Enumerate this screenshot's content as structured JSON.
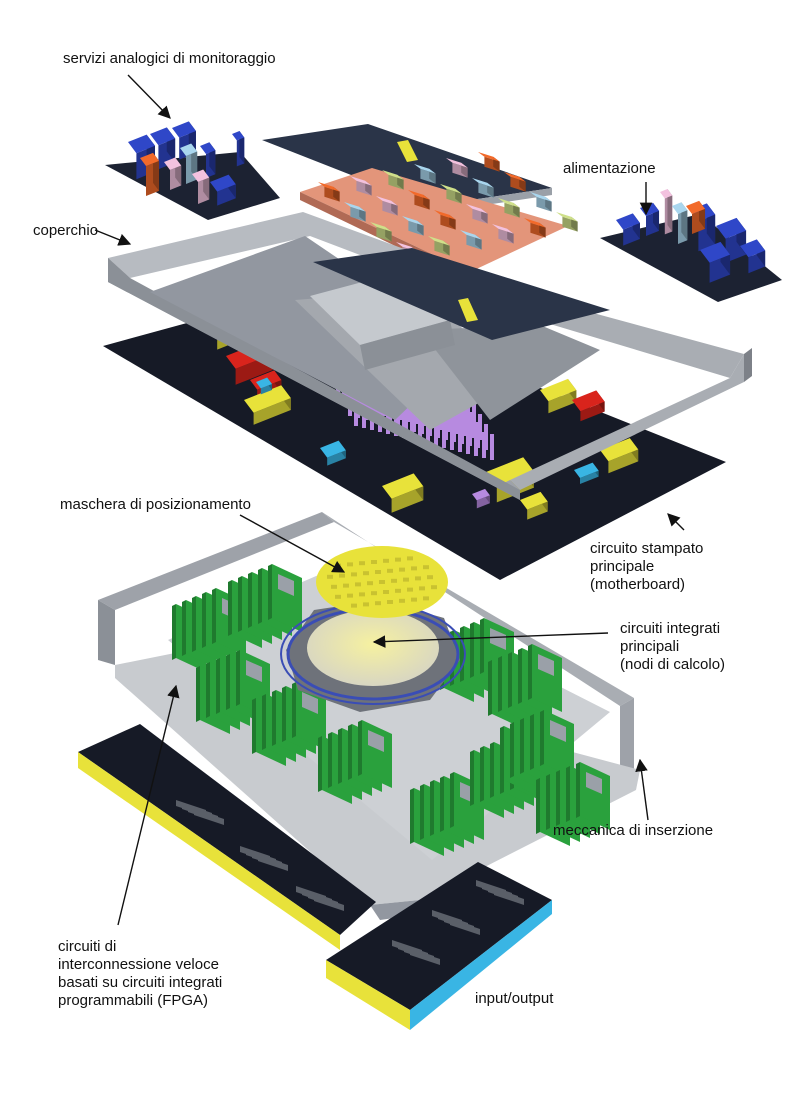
{
  "labels": {
    "servizi": "servizi analogici di monitoraggio",
    "alimentazione": "alimentazione",
    "coperchio": "coperchio",
    "maschera": "maschera di posizionamento",
    "circuito_l1": "circuito stampato",
    "circuito_l2": "principale",
    "circuito_l3": "(motherboard)",
    "integrati_l1": "circuiti integrati",
    "integrati_l2": "principali",
    "integrati_l3": "(nodi di calcolo)",
    "meccanica": "meccanica di inserzione",
    "fpga_l1": "circuiti di",
    "fpga_l2": "interconnessione veloce",
    "fpga_l3": "basati su circuiti integrati",
    "fpga_l4": "programmabili (FPGA)",
    "io": "input/output"
  },
  "colors": {
    "board": "#161a26",
    "frame": "#a9adb3",
    "plate": "#c8cbcf",
    "lid": "#2a3448",
    "blue": "#2f47c8",
    "orange": "#f26a2a",
    "pink": "#f3c2df",
    "lightblue": "#a9d6ee",
    "lime": "#cfe08a",
    "copper": "#e3957a",
    "yellow": "#e8e23a",
    "cyan": "#39b5e4",
    "red": "#d9241c",
    "violet": "#b78ae0",
    "green": "#2aa13d",
    "ring": "#3a4db5"
  }
}
